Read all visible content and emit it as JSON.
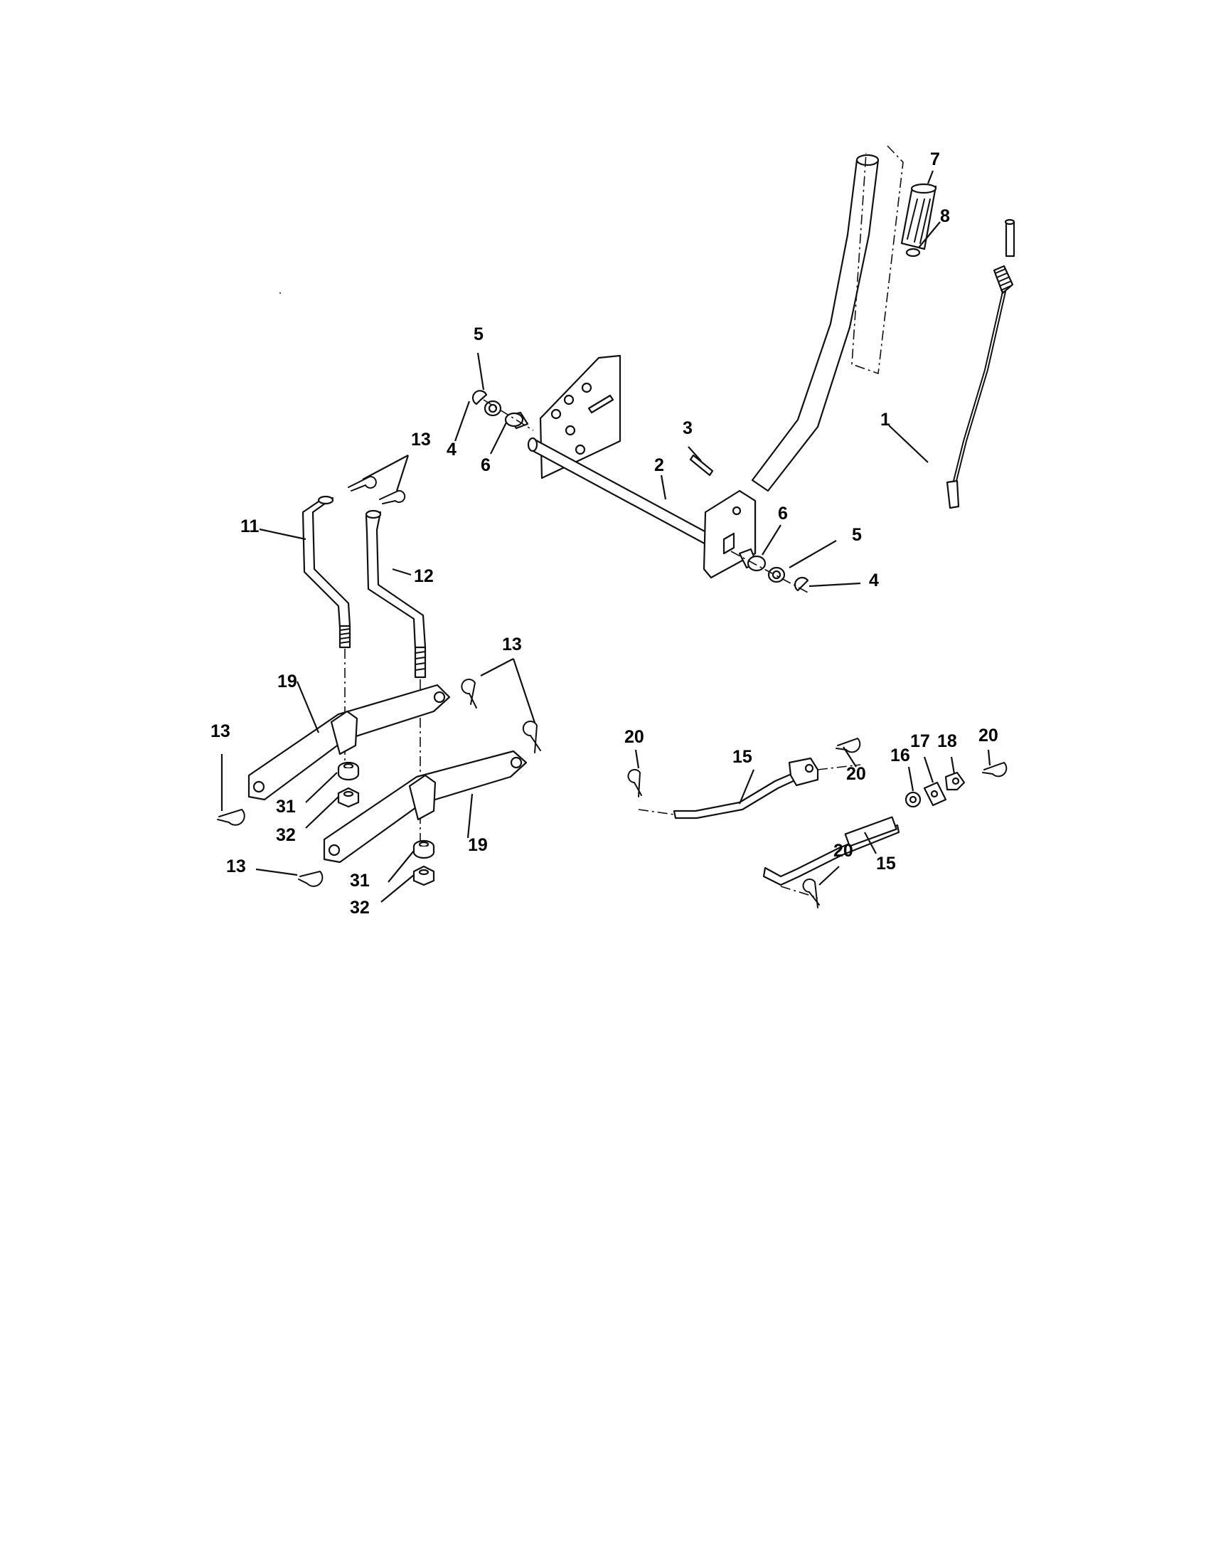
{
  "diagram": {
    "callouts": [
      {
        "id": "c1",
        "text": "1"
      },
      {
        "id": "c2",
        "text": "2"
      },
      {
        "id": "c3",
        "text": "3"
      },
      {
        "id": "c4a",
        "text": "4"
      },
      {
        "id": "c4b",
        "text": "4"
      },
      {
        "id": "c5a",
        "text": "5"
      },
      {
        "id": "c5b",
        "text": "5"
      },
      {
        "id": "c6a",
        "text": "6"
      },
      {
        "id": "c6b",
        "text": "6"
      },
      {
        "id": "c7",
        "text": "7"
      },
      {
        "id": "c8",
        "text": "8"
      },
      {
        "id": "c11",
        "text": "11"
      },
      {
        "id": "c12",
        "text": "12"
      },
      {
        "id": "c13a",
        "text": "13"
      },
      {
        "id": "c13b",
        "text": "13"
      },
      {
        "id": "c13c",
        "text": "13"
      },
      {
        "id": "c13d",
        "text": "13"
      },
      {
        "id": "c15a",
        "text": "15"
      },
      {
        "id": "c15b",
        "text": "15"
      },
      {
        "id": "c16",
        "text": "16"
      },
      {
        "id": "c17",
        "text": "17"
      },
      {
        "id": "c18",
        "text": "18"
      },
      {
        "id": "c19a",
        "text": "19"
      },
      {
        "id": "c19b",
        "text": "19"
      },
      {
        "id": "c20a",
        "text": "20"
      },
      {
        "id": "c20b",
        "text": "20"
      },
      {
        "id": "c20c",
        "text": "20"
      },
      {
        "id": "c20d",
        "text": "20"
      },
      {
        "id": "c31a",
        "text": "31"
      },
      {
        "id": "c31b",
        "text": "31"
      },
      {
        "id": "c32a",
        "text": "32"
      },
      {
        "id": "c32b",
        "text": "32"
      }
    ]
  }
}
